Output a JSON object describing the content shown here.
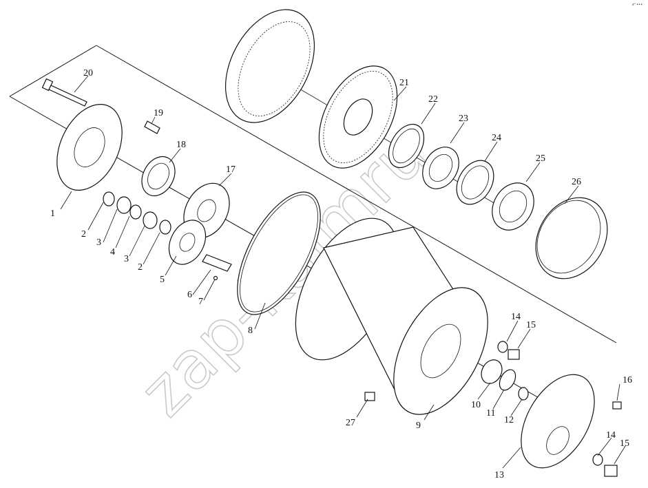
{
  "watermark": "zap-kaimru",
  "corner_mark": "zⁿ •••",
  "callouts": [
    "1",
    "2",
    "3",
    "4",
    "3",
    "2",
    "5",
    "6",
    "7",
    "8",
    "9",
    "10",
    "11",
    "12",
    "13",
    "14",
    "15",
    "14",
    "15",
    "16",
    "17",
    "18",
    "19",
    "20",
    "21",
    "22",
    "23",
    "24",
    "25",
    "26",
    "27"
  ]
}
